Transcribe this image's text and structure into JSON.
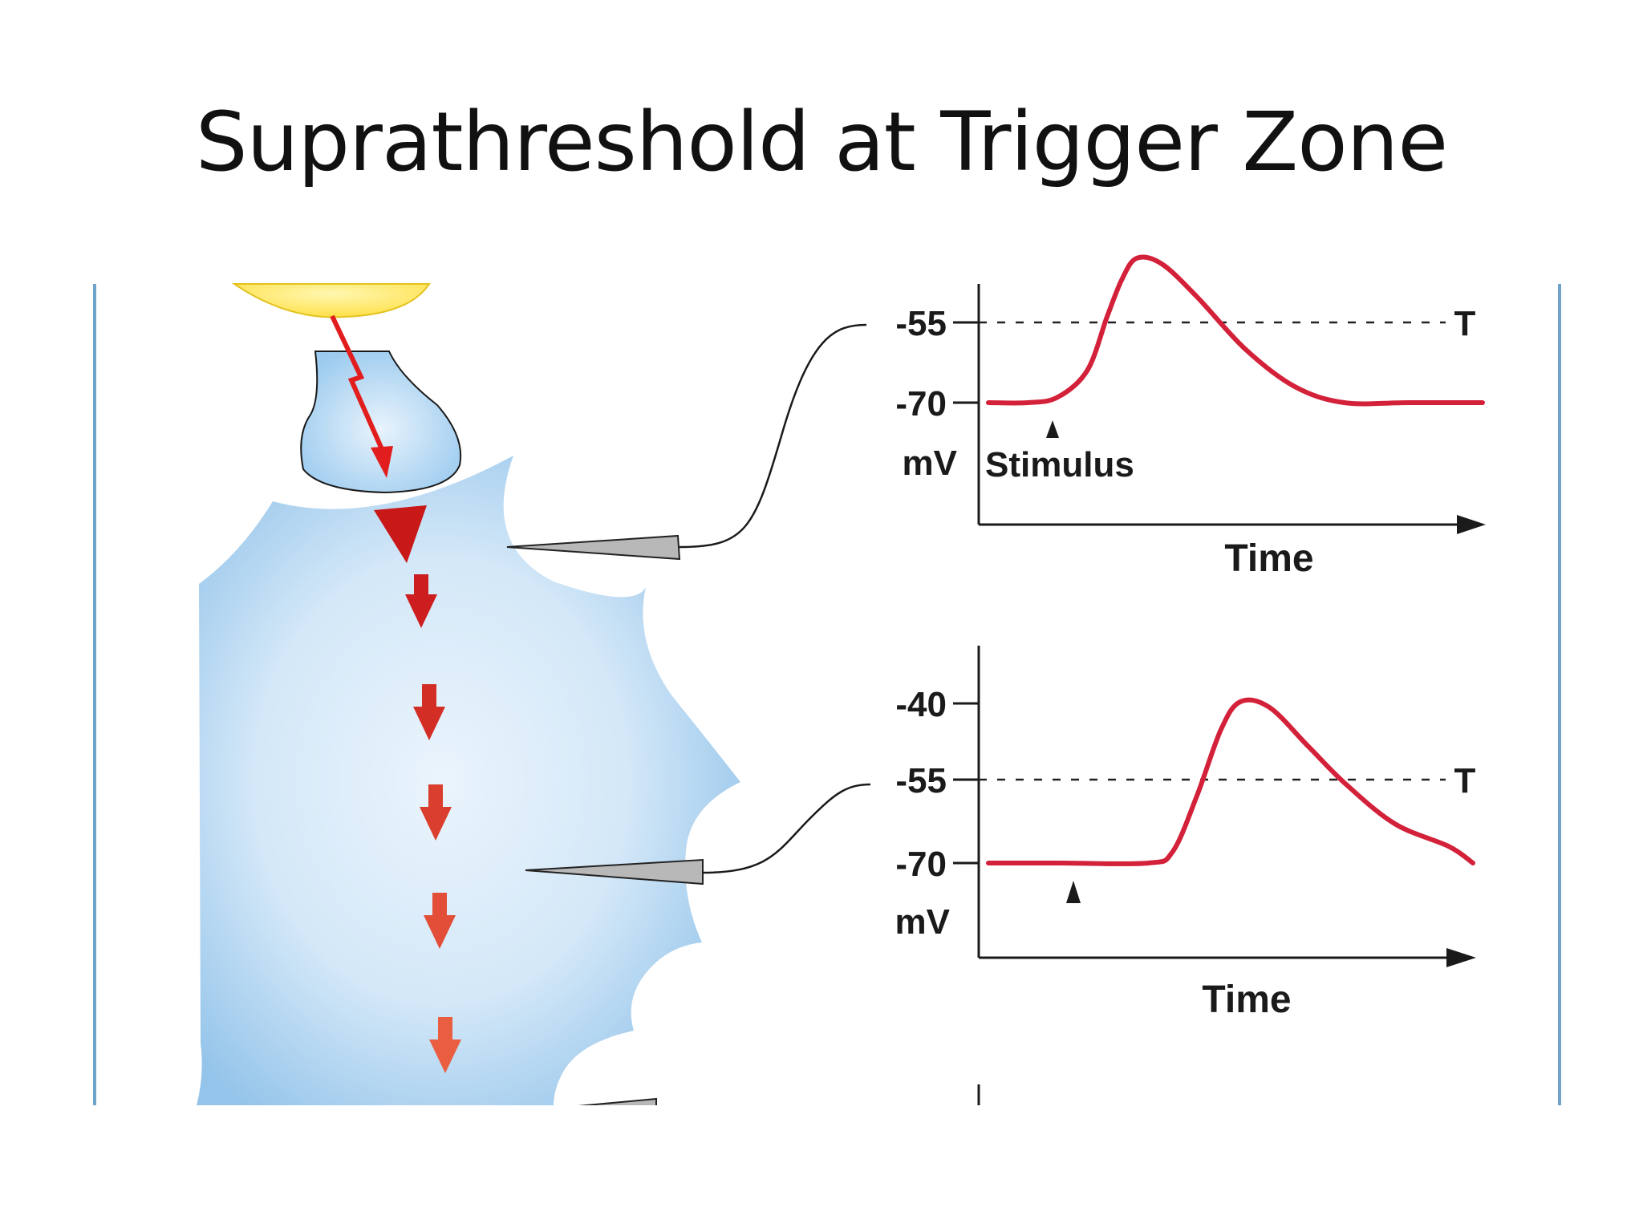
{
  "slide": {
    "title": "Suprathreshold at Trigger Zone"
  },
  "colors": {
    "trace": "#d3213a",
    "neuron": "#9ccbef",
    "synapse": "#ffe65c",
    "arrow_dark": "#cc1e1e",
    "arrow_light": "#f06e48",
    "frame": "#6fa3c9"
  },
  "top_graph": {
    "ticks": [
      "-55",
      "-70"
    ],
    "unit": "mV",
    "threshold_label": "T",
    "stimulus_label": "Stimulus",
    "x_label": "Time"
  },
  "bottom_graph": {
    "ticks": [
      "-40",
      "-55",
      "-70"
    ],
    "unit": "mV",
    "threshold_label": "T",
    "x_label": "Time"
  },
  "chart_data": [
    {
      "type": "line",
      "title": "",
      "xlabel": "Time",
      "ylabel": "mV",
      "yticks": [
        -55,
        -70
      ],
      "threshold": {
        "label": "T",
        "value": -55
      },
      "annotation": "Stimulus",
      "series": [
        {
          "x": [
            0,
            0.08,
            0.14,
            0.2,
            0.24,
            0.27,
            0.3,
            0.35,
            0.42,
            0.52,
            0.62,
            0.72,
            0.85,
            1.0
          ],
          "values": [
            -70,
            -70,
            -69,
            -64,
            -54,
            -47,
            -43,
            -44,
            -50,
            -60,
            -67,
            -70,
            -70,
            -70
          ]
        }
      ]
    },
    {
      "type": "line",
      "title": "",
      "xlabel": "Time",
      "ylabel": "mV",
      "yticks": [
        -40,
        -55,
        -70
      ],
      "threshold": {
        "label": "T",
        "value": -55
      },
      "series": [
        {
          "x": [
            0,
            0.15,
            0.33,
            0.38,
            0.43,
            0.48,
            0.52,
            0.58,
            0.66,
            0.74,
            0.84,
            0.95,
            1.0
          ],
          "values": [
            -70,
            -70,
            -70,
            -68,
            -58,
            -46,
            -41,
            -42,
            -49,
            -56,
            -63,
            -67,
            -70
          ]
        }
      ]
    }
  ]
}
